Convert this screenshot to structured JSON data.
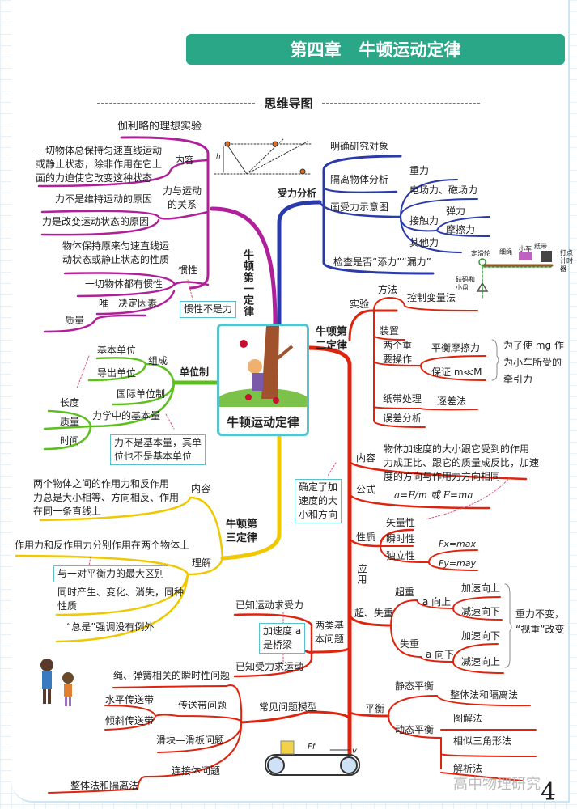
{
  "header": {
    "chapter": "第四章",
    "title": "牛顿运动定律"
  },
  "section_title": "思维导图",
  "center_label": "牛顿运动定律",
  "colors": {
    "header": "#2aa786",
    "first_law": "#b0209a",
    "force_analysis": "#2a3aa8",
    "second_law": "#e0230e",
    "units": "#5cbf1e",
    "third_law": "#f0c800",
    "note_border": "#56c3cf"
  },
  "first_law": {
    "label": "牛顿第一定律",
    "experiment": "伽利略的理想实验",
    "diagram_h": "h",
    "content_label": "内容",
    "content": "一切物体总保持匀速直线运动\n或静止状态，除非作用在它上\n面的力迫使它改变这种状态",
    "relation_label": "力与运动\n的关系",
    "relation_1": "力不是维持运动的原因",
    "relation_2": "力是改变运动状态的原因",
    "inertia_label": "惯性",
    "inertia_def": "物体保持原来匀速直线运\n动状态或静止状态的性质",
    "inertia_all": "一切物体都有惯性",
    "inertia_factor": "唯一决定因素",
    "mass": "质量",
    "note": "惯性不是力"
  },
  "force_analysis": {
    "label": "受力分析",
    "step_1": "明确研究对象",
    "step_2": "隔离物体分析",
    "step_3": "画受力示意图",
    "gravity": "重力",
    "field_force": "电场力、磁场力",
    "contact_force": "接触力",
    "elastic": "弹力",
    "friction": "摩擦力",
    "other": "其他力",
    "step_4": "检查是否“添力”“漏力”"
  },
  "apparatus": {
    "pulley": "定滑轮",
    "rope": "细绳",
    "cart": "小车",
    "tape": "纸带",
    "timer": "打点\n计时\n器",
    "weights": "砝码和\n小盘"
  },
  "second_law": {
    "label": "牛顿第\n二定律",
    "experiment": "实验",
    "method": "方法",
    "control": "控制变量法",
    "device": "装置",
    "operations": "两个重\n要操作",
    "balance_friction": "平衡摩擦力",
    "ensure": "保证 m≪M",
    "operations_note": "为了使 mg 作\n为小车所受的\n牵引力",
    "tape": "纸带处理",
    "successive": "逐差法",
    "error": "误差分析",
    "content_label": "内容",
    "content": "物体加速度的大小跟它受到的作用\n力成正比、跟它的质量成反比，加速\n度的方向与作用力方向相同",
    "formula_label": "公式",
    "formula": "a=F/m 或 F=ma",
    "property_label": "性质",
    "vector": "矢量性",
    "instant": "瞬时性",
    "independent": "独立性",
    "fx": "Fx=max",
    "fy": "Fy=may",
    "note": "确定了加\n速度的大\n小和方向",
    "application": "应用",
    "weight": "超、失重",
    "overweight": "超重",
    "a_up": "a 向上",
    "acc_up": "加速向上",
    "dec_down": "减速向下",
    "weightless": "失重",
    "a_down": "a 向下",
    "acc_down": "加速向下",
    "dec_up": "减速向上",
    "weight_note": "重力不变，\n“视重”改变",
    "two_problems": "两类基\n本问题",
    "motion_to_force": "已知运动求受力",
    "force_to_motion": "已知受力求运动",
    "bridge_note": "加速度 a\n是桥梁",
    "equilibrium": "平衡",
    "static": "静态平衡",
    "whole_isolate": "整体法和隔离法",
    "dynamic": "动态平衡",
    "graphic": "图解法",
    "similar": "相似三角形法",
    "analytic": "解析法",
    "models": "常见问题模型",
    "rope_spring": "绳、弹簧相关的瞬时性问题",
    "conveyor": "传送带问题",
    "horizontal": "水平传送带",
    "inclined": "倾斜传送带",
    "block_board": "滑块—滑板问题",
    "connected": "连接体问题",
    "whole_isolate_2": "整体法和隔离法",
    "belt_force": "Ff",
    "belt_v": "v"
  },
  "units": {
    "label": "单位制",
    "compose": "组成",
    "base": "基本单位",
    "derived": "导出单位",
    "si": "国际单位制",
    "base_quantity": "力学中的基本量",
    "length": "长度",
    "mass": "质量",
    "time": "时间",
    "note": "力不是基本量，其单\n位也不是基本单位"
  },
  "third_law": {
    "label": "牛顿第\n三定律",
    "content_label": "内容",
    "content": "两个物体之间的作用力和反作用\n力总是大小相等、方向相反、作用\n在同一条直线上",
    "understand": "理解",
    "u1": "作用力和反作用力分别作用在两个物体上",
    "note": "与一对平衡力的最大区别",
    "u2": "同时产生、变化、消失，同种\n性质",
    "u3": "“总是”强调没有例外"
  },
  "watermark": "高中物理研究",
  "page_number": "4"
}
